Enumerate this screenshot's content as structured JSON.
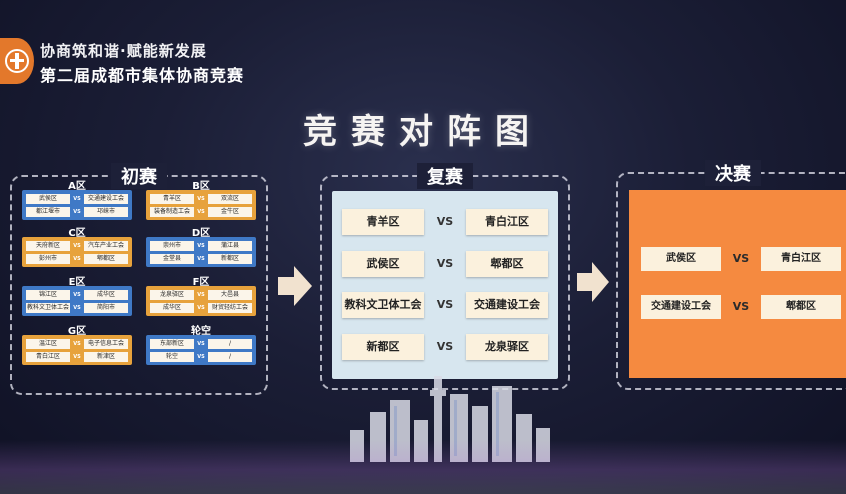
{
  "header": {
    "slogan": "协商筑和谐·赋能新发展",
    "subtitle": "第二届成都市集体协商竞赛",
    "main_title": "竞赛对阵图"
  },
  "stages": {
    "prelim_label": "初赛",
    "semi_label": "复赛",
    "final_label": "决赛"
  },
  "vs_label": "VS",
  "prelim": {
    "zones": [
      {
        "title": "A区",
        "color": "blue",
        "rows": [
          [
            "武侯区",
            "交通建设工会"
          ],
          [
            "都江堰市",
            "邛崃市"
          ]
        ]
      },
      {
        "title": "B区",
        "color": "orange",
        "rows": [
          [
            "青羊区",
            "双流区"
          ],
          [
            "装备制造工会",
            "金牛区"
          ]
        ]
      },
      {
        "title": "C区",
        "color": "orange",
        "rows": [
          [
            "天府新区",
            "汽车产业工会"
          ],
          [
            "彭州市",
            "郫都区"
          ]
        ]
      },
      {
        "title": "D区",
        "color": "blue",
        "rows": [
          [
            "崇州市",
            "蒲江县"
          ],
          [
            "金堂县",
            "新都区"
          ]
        ]
      },
      {
        "title": "E区",
        "color": "blue",
        "rows": [
          [
            "锦江区",
            "成华区"
          ],
          [
            "教科文卫体工会",
            "简阳市"
          ]
        ]
      },
      {
        "title": "F区",
        "color": "orange",
        "rows": [
          [
            "龙泉驿区",
            "大邑县"
          ],
          [
            "成华区",
            "财贸轻纺工会"
          ]
        ]
      },
      {
        "title": "G区",
        "color": "orange",
        "rows": [
          [
            "温江区",
            "电子信息工会"
          ],
          [
            "青白江区",
            "新津区"
          ]
        ]
      },
      {
        "title": "轮空",
        "color": "blue",
        "rows": [
          [
            "东部新区",
            "/"
          ],
          [
            "轮空",
            "/"
          ]
        ]
      }
    ]
  },
  "semi": {
    "matches": [
      [
        "青羊区",
        "青白江区"
      ],
      [
        "武侯区",
        "郫都区"
      ],
      [
        "教科文卫体工会",
        "交通建设工会"
      ],
      [
        "新都区",
        "龙泉驿区"
      ]
    ]
  },
  "final": {
    "matches": [
      [
        "武侯区",
        "青白江区"
      ],
      [
        "交通建设工会",
        "郫都区"
      ]
    ]
  },
  "colors": {
    "orange": "#e7a23c",
    "blue": "#3f79c6",
    "final_bg": "#f58a40",
    "semi_bg": "#d7e6ef"
  }
}
